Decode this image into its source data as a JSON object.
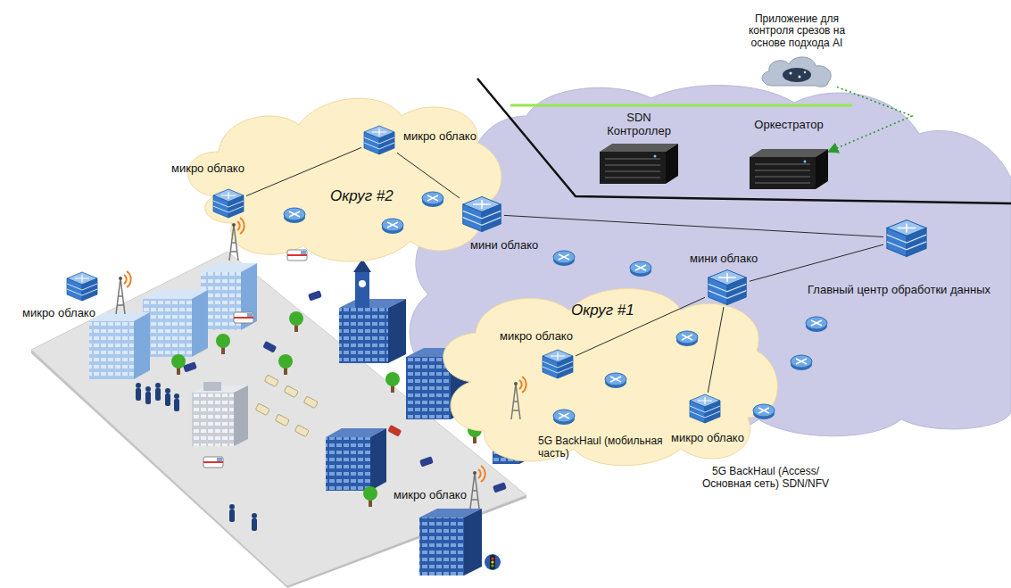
{
  "diagram": {
    "nodes": [
      {
        "text": [
          "Приложение для контроля срезов на основе подхода AI"
        ]
      },
      {
        "text": [
          "SDN Контроллер"
        ]
      },
      {
        "text": [
          "Оркестратор"
        ]
      },
      {
        "text": [
          "Округ #2"
        ]
      },
      {
        "text": [
          "микро облако"
        ],
        "in": 3
      },
      {
        "text": [
          "микро облако"
        ],
        "in": 3
      },
      {
        "text": [
          "мини облако"
        ],
        "in": 3
      },
      {
        "text": [
          "микро облако"
        ]
      },
      {
        "text": [
          "Главный центр обработки данных"
        ]
      },
      {
        "text": [
          "мини облако"
        ]
      },
      {
        "text": [
          "Округ #1"
        ]
      },
      {
        "text": [
          "микро облако"
        ],
        "in": 10
      },
      {
        "text": [
          "микро облако"
        ],
        "in": 10
      }
    ],
    "edges": [
      {
        "from": 0,
        "to": 2,
        "arrow": "to"
      },
      {
        "from": 4,
        "to": 5,
        "arrow": "none"
      },
      {
        "from": 5,
        "to": 6,
        "arrow": "none"
      },
      {
        "from": 6,
        "to": 8,
        "arrow": "none"
      },
      {
        "from": 11,
        "to": 9,
        "arrow": "none"
      },
      {
        "from": 9,
        "to": 8,
        "arrow": "none"
      },
      {
        "from": 9,
        "to": 12,
        "arrow": "none"
      }
    ],
    "labels": [
      "5G BackHaul (мобильная часть)",
      "5G BackHaul (Access/ Основная сеть) SDN/NFV",
      "микро облако"
    ]
  }
}
